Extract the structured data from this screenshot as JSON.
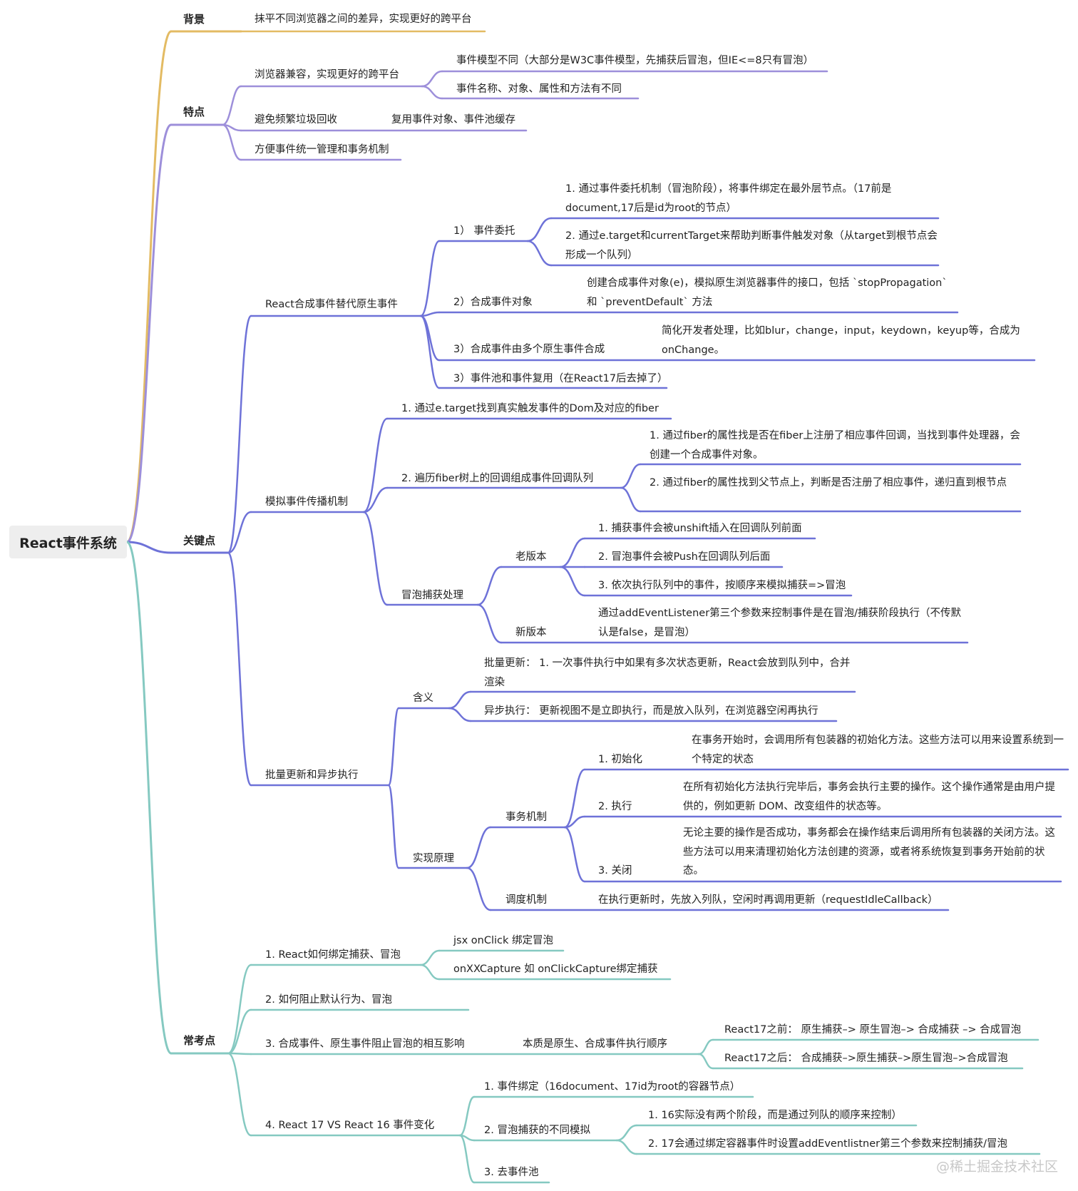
{
  "root": {
    "label": "React事件系统"
  },
  "colors": {
    "background": "#e3bb63",
    "features": "#9d8fda",
    "keypoints": "#6e72d8",
    "exam": "#85c9c1"
  },
  "background": {
    "title": "背景",
    "text": "抹平不同浏览器之间的差异，实现更好的跨平台"
  },
  "features": {
    "title": "特点",
    "browser_compat": "浏览器兼容，实现更好的跨平台",
    "event_model": "事件模型不同（大部分是W3C事件模型，先捕获后冒泡，但IE<=8只有冒泡）",
    "event_names": "事件名称、对象、属性和方法有不同",
    "avoid_gc": "避免频繁垃圾回收",
    "reuse": "复用事件对象、事件池缓存",
    "unified": "方便事件统一管理和事务机制"
  },
  "keypoints": {
    "title": "关键点",
    "synthetic": {
      "title": "React合成事件替代原生事件",
      "delegation": "1） 事件委托",
      "delegation_1": "1. 通过事件委托机制（冒泡阶段），将事件绑定在最外层节点。（17前是document,17后是id为root的节点）",
      "delegation_2": "2. 通过e.target和currentTarget来帮助判断事件触发对象（从target到根节点会形成一个队列）",
      "object": "2）合成事件对象",
      "object_desc": "创建合成事件对象(e)，模拟原生浏览器事件的接口，包括 `stopPropagation` 和 `preventDefault` 方法",
      "composed": "3）合成事件由多个原生事件合成",
      "composed_desc": "简化开发者处理，比如blur，change，input，keydown，keyup等，合成为onChange。",
      "pool": "3）事件池和事件复用（在React17后去掉了）"
    },
    "propagation": {
      "title": "模拟事件传播机制",
      "step1": "1. 通过e.target找到真实触发事件的Dom及对应的fiber",
      "step2": "2. 遍历fiber树上的回调组成事件回调队列",
      "step2_1": "1. 通过fiber的属性找是否在fiber上注册了相应事件回调，当找到事件处理器，会创建一个合成事件对象。",
      "step2_2": "2. 通过fiber的属性找到父节点上，判断是否注册了相应事件，递归直到根节点",
      "bubble_capture": "冒泡捕获处理",
      "old": "老版本",
      "old_1": "1. 捕获事件会被unshift插入在回调队列前面",
      "old_2": "2. 冒泡事件会被Push在回调队列后面",
      "old_3": "3. 依次执行队列中的事件，按顺序来模拟捕获=>冒泡",
      "new": "新版本",
      "new_desc": "通过addEventListener第三个参数来控制事件是在冒泡/捕获阶段执行（不传默认是false，是冒泡）"
    },
    "batch": {
      "title": "批量更新和异步执行",
      "meaning": "含义",
      "batch_update": "批量更新： 1. 一次事件执行中如果有多次状态更新，React会放到队列中，合并渲染",
      "async_exec": "异步执行： 更新视图不是立即执行，而是放入队列，在浏览器空闲再执行",
      "impl": "实现原理",
      "transaction": "事务机制",
      "init": "1. 初始化",
      "init_desc": "在事务开始时，会调用所有包装器的初始化方法。这些方法可以用来设置系统到一个特定的状态",
      "exec": "2. 执行",
      "exec_desc": "在所有初始化方法执行完毕后，事务会执行主要的操作。这个操作通常是由用户提供的，例如更新 DOM、改变组件的状态等。",
      "close": "3. 关闭",
      "close_desc": "无论主要的操作是否成功，事务都会在操作结束后调用所有包装器的关闭方法。这些方法可以用来清理初始化方法创建的资源，或者将系统恢复到事务开始前的状态。",
      "scheduler": "调度机制",
      "scheduler_desc": "在执行更新时，先放入列队，空闲时再调用更新（requestIdleCallback）"
    }
  },
  "exam": {
    "title": "常考点",
    "q1": "1. React如何绑定捕获、冒泡",
    "q1_a": "jsx onClick 绑定冒泡",
    "q1_b": "onXXCapture 如 onClickCapture绑定捕获",
    "q2": "2. 如何阻止默认行为、冒泡",
    "q3": "3. 合成事件、原生事件阻止冒泡的相互影响",
    "q3_essence": "本质是原生、合成事件执行顺序",
    "q3_before": "React17之前： 原生捕获–> 原生冒泡–> 合成捕获 –> 合成冒泡",
    "q3_after": "React17之后： 合成捕获–>原生捕获–>原生冒泡–>合成冒泡",
    "q4": "4. React 17 VS React 16 事件变化",
    "q4_1": "1. 事件绑定（16document、17id为root的容器节点）",
    "q4_2": "2. 冒泡捕获的不同模拟",
    "q4_2_1": "1. 16实际没有两个阶段，而是通过列队的顺序来控制）",
    "q4_2_2": "2. 17会通过绑定容器事件时设置addEventlistner第三个参数来控制捕获/冒泡",
    "q4_3": "3. 去事件池"
  },
  "watermark": "@稀土掘金技术社区"
}
